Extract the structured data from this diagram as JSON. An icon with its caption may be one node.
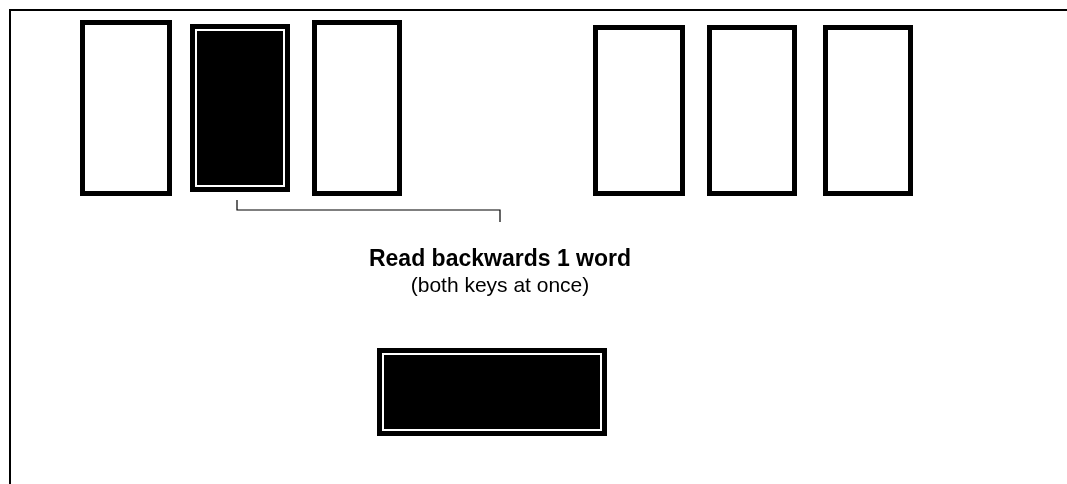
{
  "diagram": {
    "nodes": [
      {
        "text": [],
        "shape": "box"
      },
      {
        "text": [],
        "shape": "block"
      },
      {
        "text": [],
        "shape": "box"
      },
      {
        "text": [],
        "shape": "box"
      },
      {
        "text": [],
        "shape": "box"
      },
      {
        "text": [],
        "shape": "box"
      },
      {
        "text": [
          "Read backwards 1 word",
          "(both keys at once)"
        ]
      },
      {
        "text": [],
        "shape": "block"
      }
    ],
    "edges": [
      {
        "from": 6,
        "to": 1,
        "arrow": "none"
      }
    ]
  }
}
